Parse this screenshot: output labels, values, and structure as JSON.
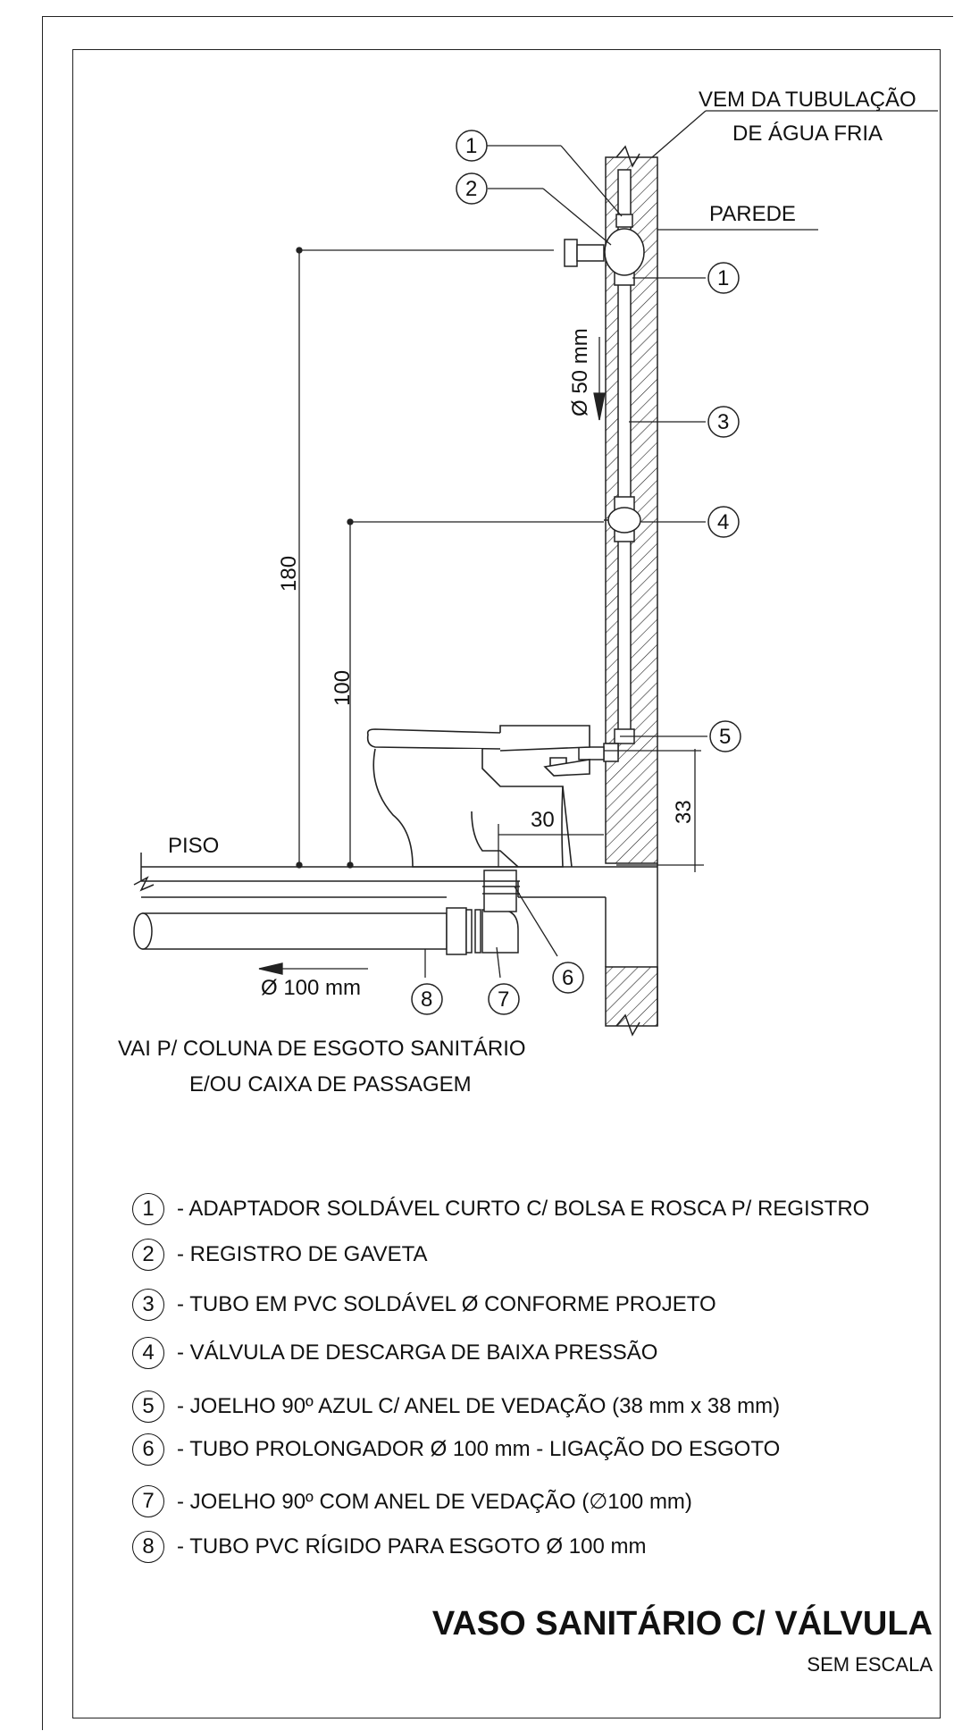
{
  "labels": {
    "water_source_line1": "VEM DA TUBULAÇÃO",
    "water_source_line2": "DE ÁGUA FRIA",
    "wall": "PAREDE",
    "floor": "PISO",
    "pipe_diameter_50": "Ø 50 mm",
    "pipe_diameter_100": "Ø 100 mm",
    "dim_180": "180",
    "dim_100": "100",
    "dim_30": "30",
    "dim_33": "33",
    "sewer_dest_line1": "VAI P/ COLUNA DE ESGOTO SANITÁRIO",
    "sewer_dest_line2": "E/OU CAIXA DE PASSAGEM"
  },
  "callouts": [
    "1",
    "2",
    "1",
    "3",
    "4",
    "5",
    "6",
    "7",
    "8"
  ],
  "legend": [
    {
      "num": "1",
      "text": "- ADAPTADOR SOLDÁVEL CURTO C/ BOLSA E ROSCA P/ REGISTRO"
    },
    {
      "num": "2",
      "text": "- REGISTRO DE GAVETA"
    },
    {
      "num": "3",
      "text": "- TUBO EM PVC SOLDÁVEL Ø CONFORME PROJETO"
    },
    {
      "num": "4",
      "text": "- VÁLVULA DE DESCARGA DE BAIXA PRESSÃO"
    },
    {
      "num": "5",
      "text": "- JOELHO 90º AZUL C/ ANEL DE VEDAÇÃO (38 mm x 38 mm)"
    },
    {
      "num": "6",
      "text": "- TUBO PROLONGADOR Ø 100 mm - LIGAÇÃO DO ESGOTO"
    },
    {
      "num": "7",
      "text": "- JOELHO 90º COM ANEL DE VEDAÇÃO (∅100 mm)"
    },
    {
      "num": "8",
      "text": "- TUBO PVC RÍGIDO PARA ESGOTO Ø 100 mm"
    }
  ],
  "title": "VASO SANITÁRIO C/ VÁLVULA",
  "scale_note": "SEM ESCALA"
}
